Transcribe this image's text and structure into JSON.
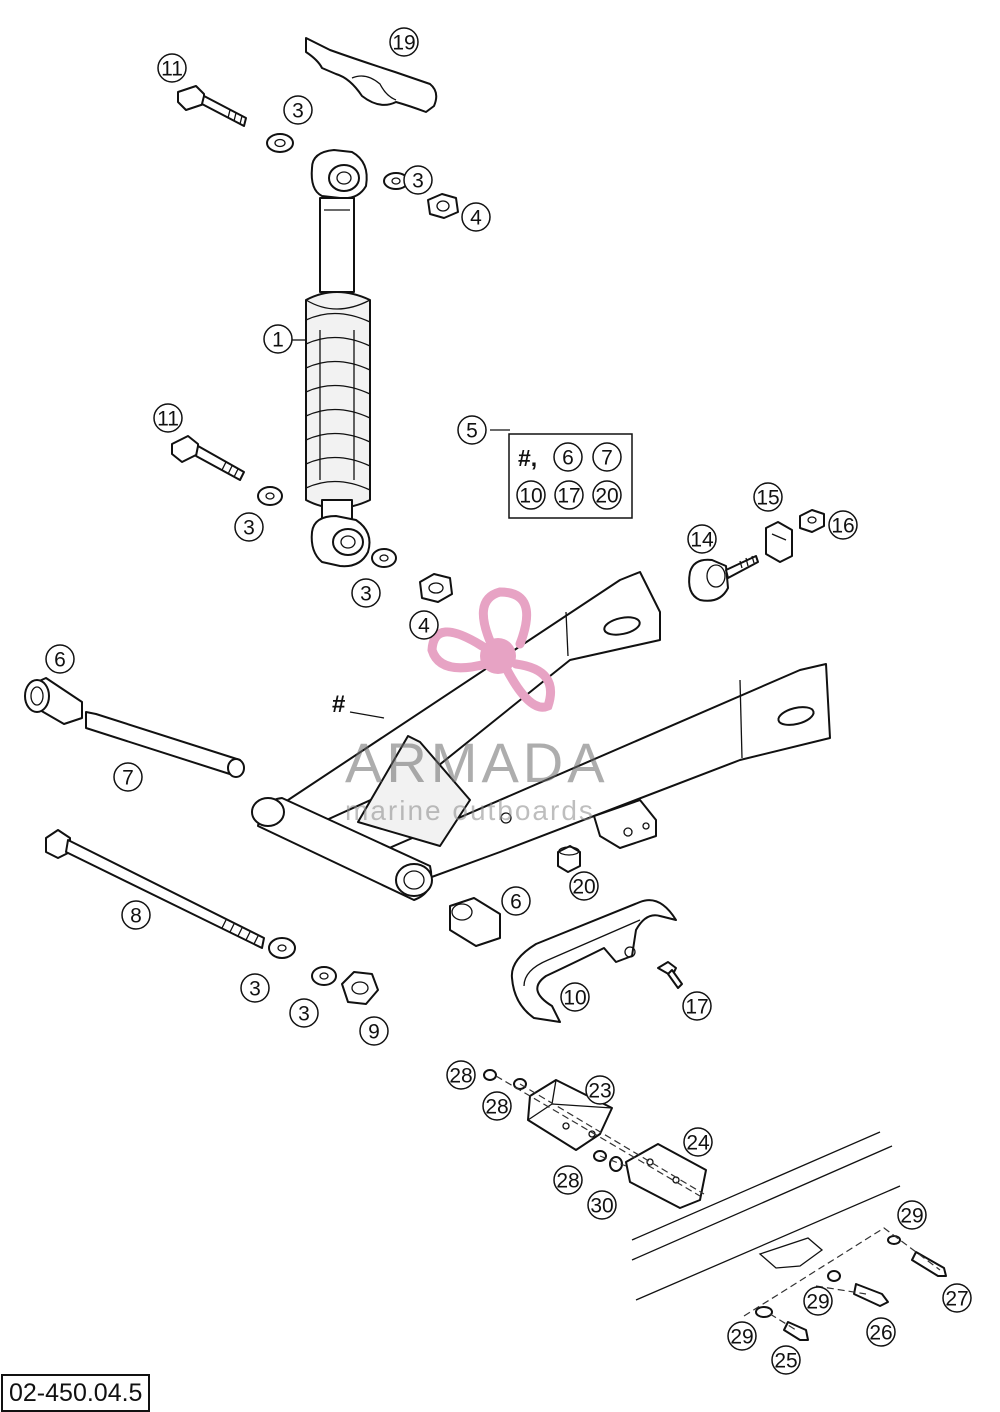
{
  "diagram_code": "02-450.04.5",
  "watermark": {
    "brand": "ARMADA",
    "tagline": "marine outboards",
    "accent_color": "#e7a3c4"
  },
  "kit_marker": "#",
  "kit_box": {
    "callout": "5",
    "prefix": "#,",
    "row1": [
      "6",
      "7"
    ],
    "row2": [
      "10",
      "17",
      "20"
    ]
  },
  "callouts": {
    "c1": "1",
    "c3a": "3",
    "c3b": "3",
    "c3c": "3",
    "c3d": "3",
    "c3e": "3",
    "c3f": "3",
    "c4a": "4",
    "c4b": "4",
    "c6a": "6",
    "c6b": "6",
    "c7": "7",
    "c8": "8",
    "c9": "9",
    "c10": "10",
    "c11a": "11",
    "c11b": "11",
    "c14": "14",
    "c15": "15",
    "c16": "16",
    "c17": "17",
    "c19": "19",
    "c20": "20",
    "c23": "23",
    "c24": "24",
    "c25": "25",
    "c26": "26",
    "c27": "27",
    "c28a": "28",
    "c28b": "28",
    "c28c": "28",
    "c29a": "29",
    "c29b": "29",
    "c29c": "29",
    "c30": "30"
  },
  "colors": {
    "line": "#111111",
    "background": "#ffffff"
  }
}
